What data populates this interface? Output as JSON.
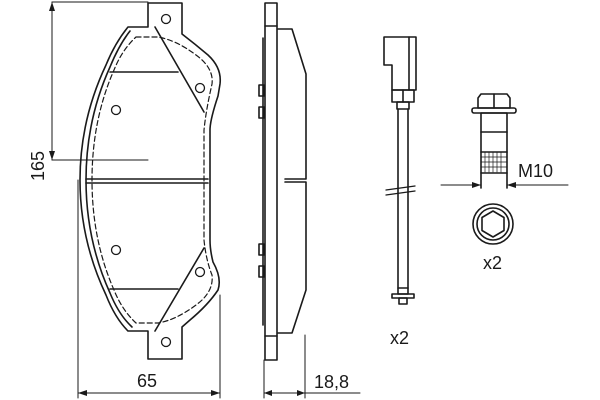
{
  "diagram": {
    "subject": "brake pad set technical drawing",
    "colors": {
      "line": "#1a1a1a",
      "background": "#ffffff"
    },
    "dimensions": {
      "height": "165",
      "width": "65",
      "thickness": "18,8",
      "bolt_thread": "M10"
    },
    "quantities": {
      "wear_sensor": "x2",
      "bolt": "x2"
    },
    "views": [
      "front-view-pad",
      "side-view-pad",
      "wear-sensor",
      "caliper-bolt",
      "bolt-head-top-view"
    ]
  }
}
